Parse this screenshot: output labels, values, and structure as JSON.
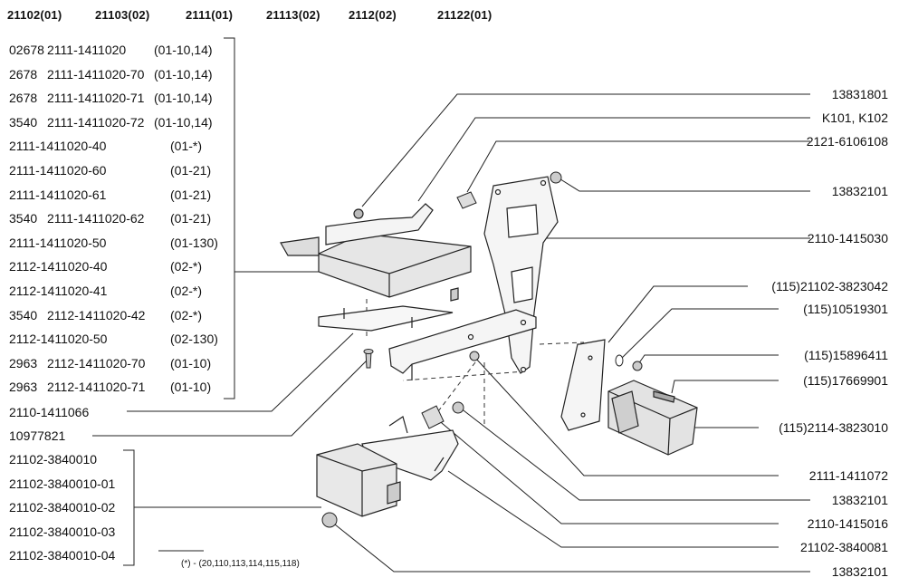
{
  "header_codes": [
    "21102(01)",
    "21103(02)",
    "2111(01)",
    "21113(02)",
    "2112(02)",
    "21122(01)"
  ],
  "left_list": [
    {
      "prefix": "02678",
      "part": "2111-1411020",
      "cond": "(01-10,14)"
    },
    {
      "prefix": "2678",
      "part": "2111-1411020-70",
      "cond": "(01-10,14)"
    },
    {
      "prefix": "2678",
      "part": "2111-1411020-71",
      "cond": "(01-10,14)"
    },
    {
      "prefix": "3540",
      "part": "2111-1411020-72",
      "cond": "(01-10,14)"
    },
    {
      "prefix": "",
      "part": "2111-1411020-40",
      "cond": "(01-*)"
    },
    {
      "prefix": "",
      "part": "2111-1411020-60",
      "cond": "(01-21)"
    },
    {
      "prefix": "",
      "part": "2111-1411020-61",
      "cond": "(01-21)"
    },
    {
      "prefix": "3540",
      "part": "2111-1411020-62",
      "cond": "(01-21)"
    },
    {
      "prefix": "",
      "part": "2111-1411020-50",
      "cond": "(01-130)"
    },
    {
      "prefix": "",
      "part": "2112-1411020-40",
      "cond": "(02-*)"
    },
    {
      "prefix": "",
      "part": "2112-1411020-41",
      "cond": "(02-*)"
    },
    {
      "prefix": "3540",
      "part": "2112-1411020-42",
      "cond": "(02-*)"
    },
    {
      "prefix": "",
      "part": "2112-1411020-50",
      "cond": "(02-130)"
    },
    {
      "prefix": "2963",
      "part": "2112-1411020-70",
      "cond": "(01-10)"
    },
    {
      "prefix": "2963",
      "part": "2112-1411020-71",
      "cond": "(01-10)"
    }
  ],
  "left_single": [
    "2110-1411066",
    "10977821"
  ],
  "relay_list": [
    "21102-3840010",
    "21102-3840010-01",
    "21102-3840010-02",
    "21102-3840010-03",
    "21102-3840010-04"
  ],
  "right_labels": [
    "13831801",
    "K101, K102",
    "2121-6106108",
    "13832101",
    "2110-1415030",
    "(115)21102-3823042",
    "(115)10519301",
    "(115)15896411",
    "(115)17669901",
    "(115)2114-3823010",
    "2111-1411072",
    "13832101",
    "2110-1415016",
    "21102-3840081",
    "13832101"
  ],
  "footnote": "(*)  -  (20,110,113,114,115,118)"
}
